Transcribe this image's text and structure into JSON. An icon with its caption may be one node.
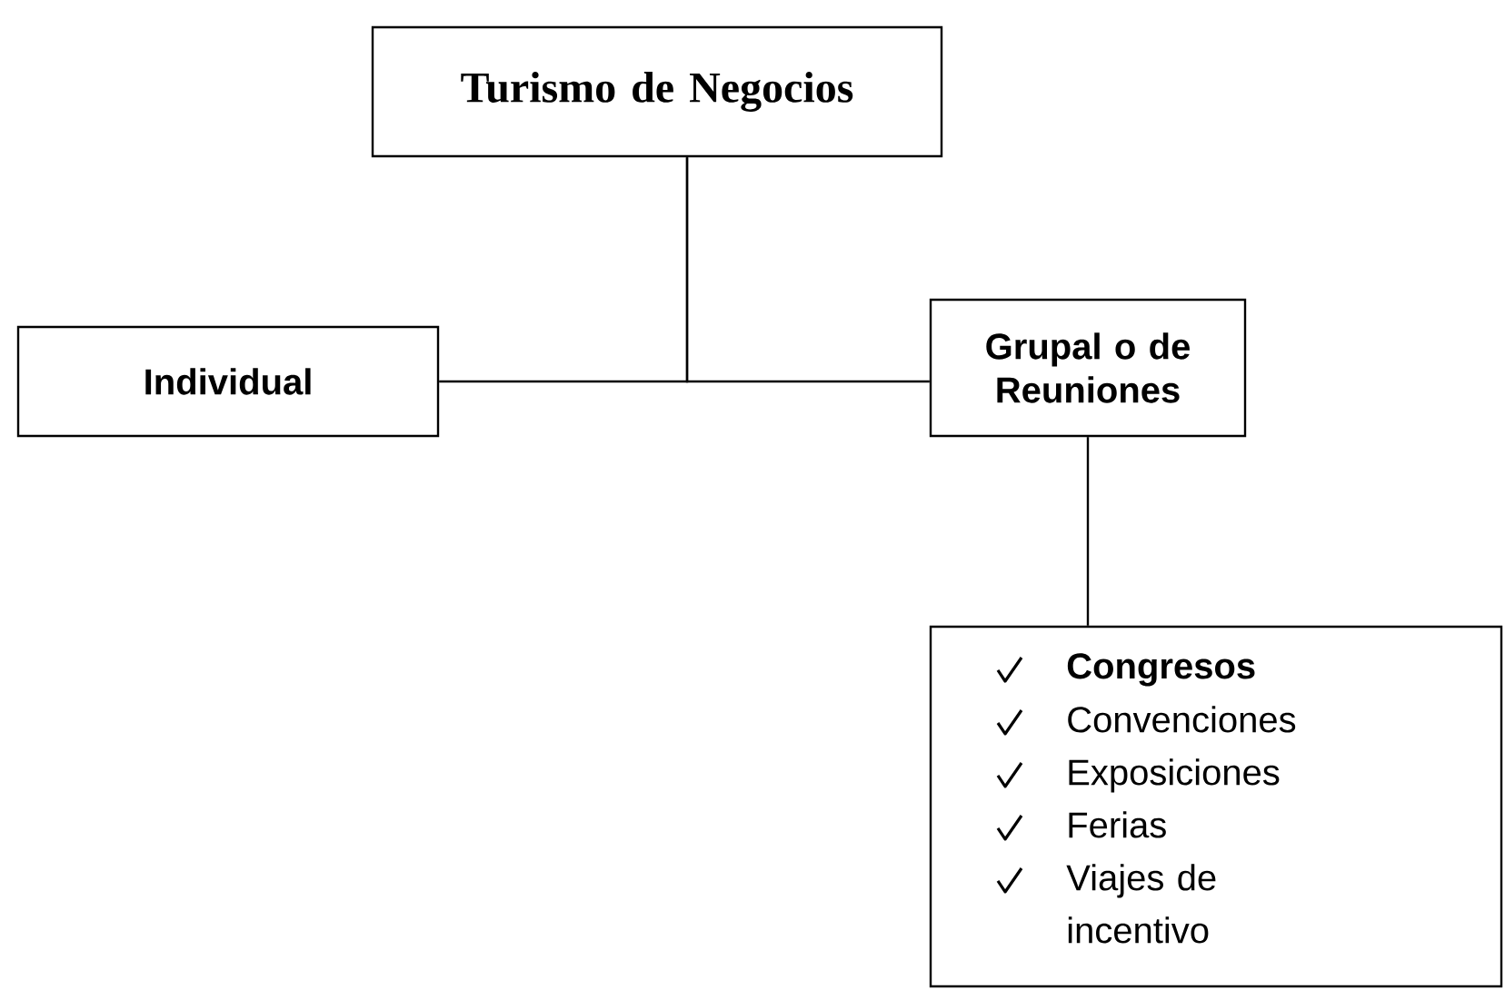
{
  "diagram": {
    "nodes": [
      {
        "text": [
          "Turismo de Negocios"
        ]
      },
      {
        "text": [
          "Individual"
        ]
      },
      {
        "text": [
          "Grupal o de Reuniones"
        ]
      },
      {
        "text": [
          "Congresos",
          "Convenciones",
          "Exposiciones",
          "Ferias",
          "Viajes de incentivo"
        ]
      }
    ],
    "edges": [
      {
        "from": 0,
        "to": 1,
        "arrow": "none"
      },
      {
        "from": 0,
        "to": 2,
        "arrow": "none"
      },
      {
        "from": 2,
        "to": 3,
        "arrow": "none"
      }
    ]
  }
}
